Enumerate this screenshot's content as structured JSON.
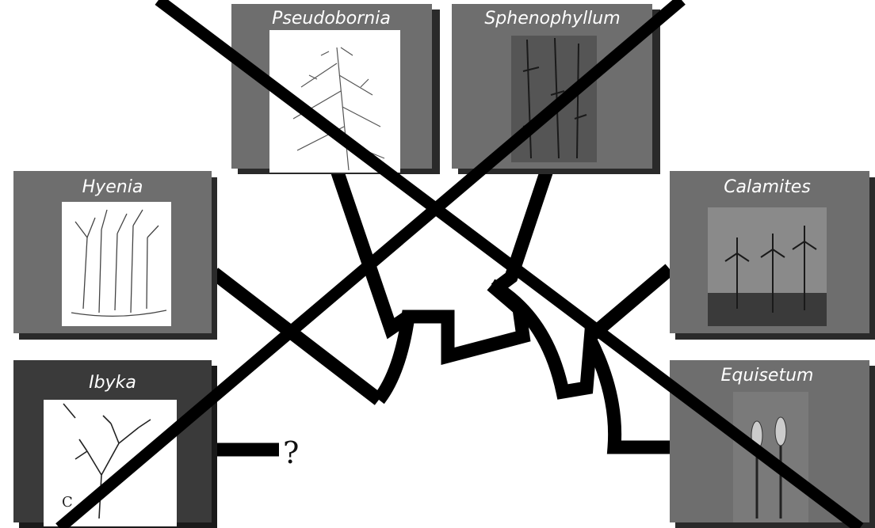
{
  "panels": {
    "pseudobornia": "Pseudobornia",
    "sphenophyllum": "Sphenophyllum",
    "hyenia": "Hyenia",
    "ibyka": "Ibyka",
    "calamites": "Calamites",
    "equisetum": "Equisetum"
  },
  "annotations": {
    "uncertain_link": "?",
    "figure_letter": "C"
  },
  "colors": {
    "panel_gray": "#6e6e6e",
    "panel_dark": "#3a3a3a",
    "shadow": "#2a2a2a",
    "line": "#000000"
  }
}
